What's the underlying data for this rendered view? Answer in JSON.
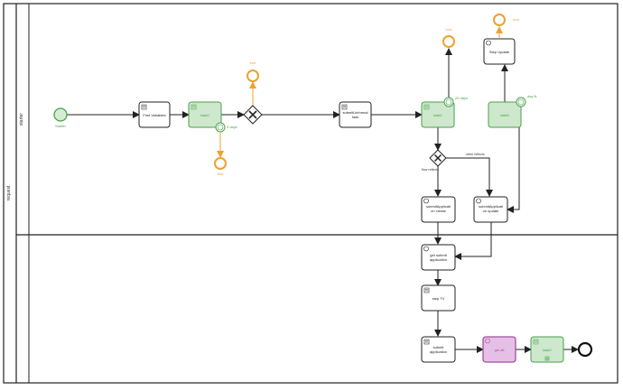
{
  "pool": {
    "name": "request"
  },
  "lanes": [
    {
      "name": "starter"
    },
    {
      "name": ""
    }
  ],
  "colors": {
    "stroke": "#222222",
    "start_fill": "#d5ecd3",
    "start_stroke": "#4a9f4a",
    "green_task_fill": "#cde8cc",
    "green_task_stroke": "#4a9f4a",
    "orange": "#f0a030",
    "purple_fill": "#e6bfe6",
    "purple_stroke": "#a050a0"
  },
  "elements": {
    "start": {
      "label": "Starter"
    },
    "first_variables": {
      "label": "First Variables"
    },
    "task0": {
      "label": "task0",
      "timer_label": "3 days"
    },
    "task0_end_boundary": {
      "label": "end"
    },
    "task0_bottom_end": {
      "label": "end"
    },
    "submit_informal": {
      "label": "submitUnformal\ntask"
    },
    "task1": {
      "label": "task1",
      "timer_label": "20 days"
    },
    "task1_end": {
      "label": "end"
    },
    "step_update": {
      "label": "Step Update"
    },
    "step_update_end": {
      "label": "end"
    },
    "task4": {
      "label": "task4",
      "timer_label": "day N"
    },
    "gw2_left_label": {
      "label": "flow reflects"
    },
    "gw2_right_label": {
      "label": "other reflects"
    },
    "submit_create": {
      "label": "submitApplicati\non create"
    },
    "submit_update": {
      "label": "submitApplicati\non update"
    },
    "get_submit": {
      "label": "get submit\napplication"
    },
    "step_tv": {
      "label": "step TV"
    },
    "submit_app": {
      "label": "submit\napplication"
    },
    "get_all": {
      "label": "get all"
    },
    "task2": {
      "label": "task2"
    }
  }
}
